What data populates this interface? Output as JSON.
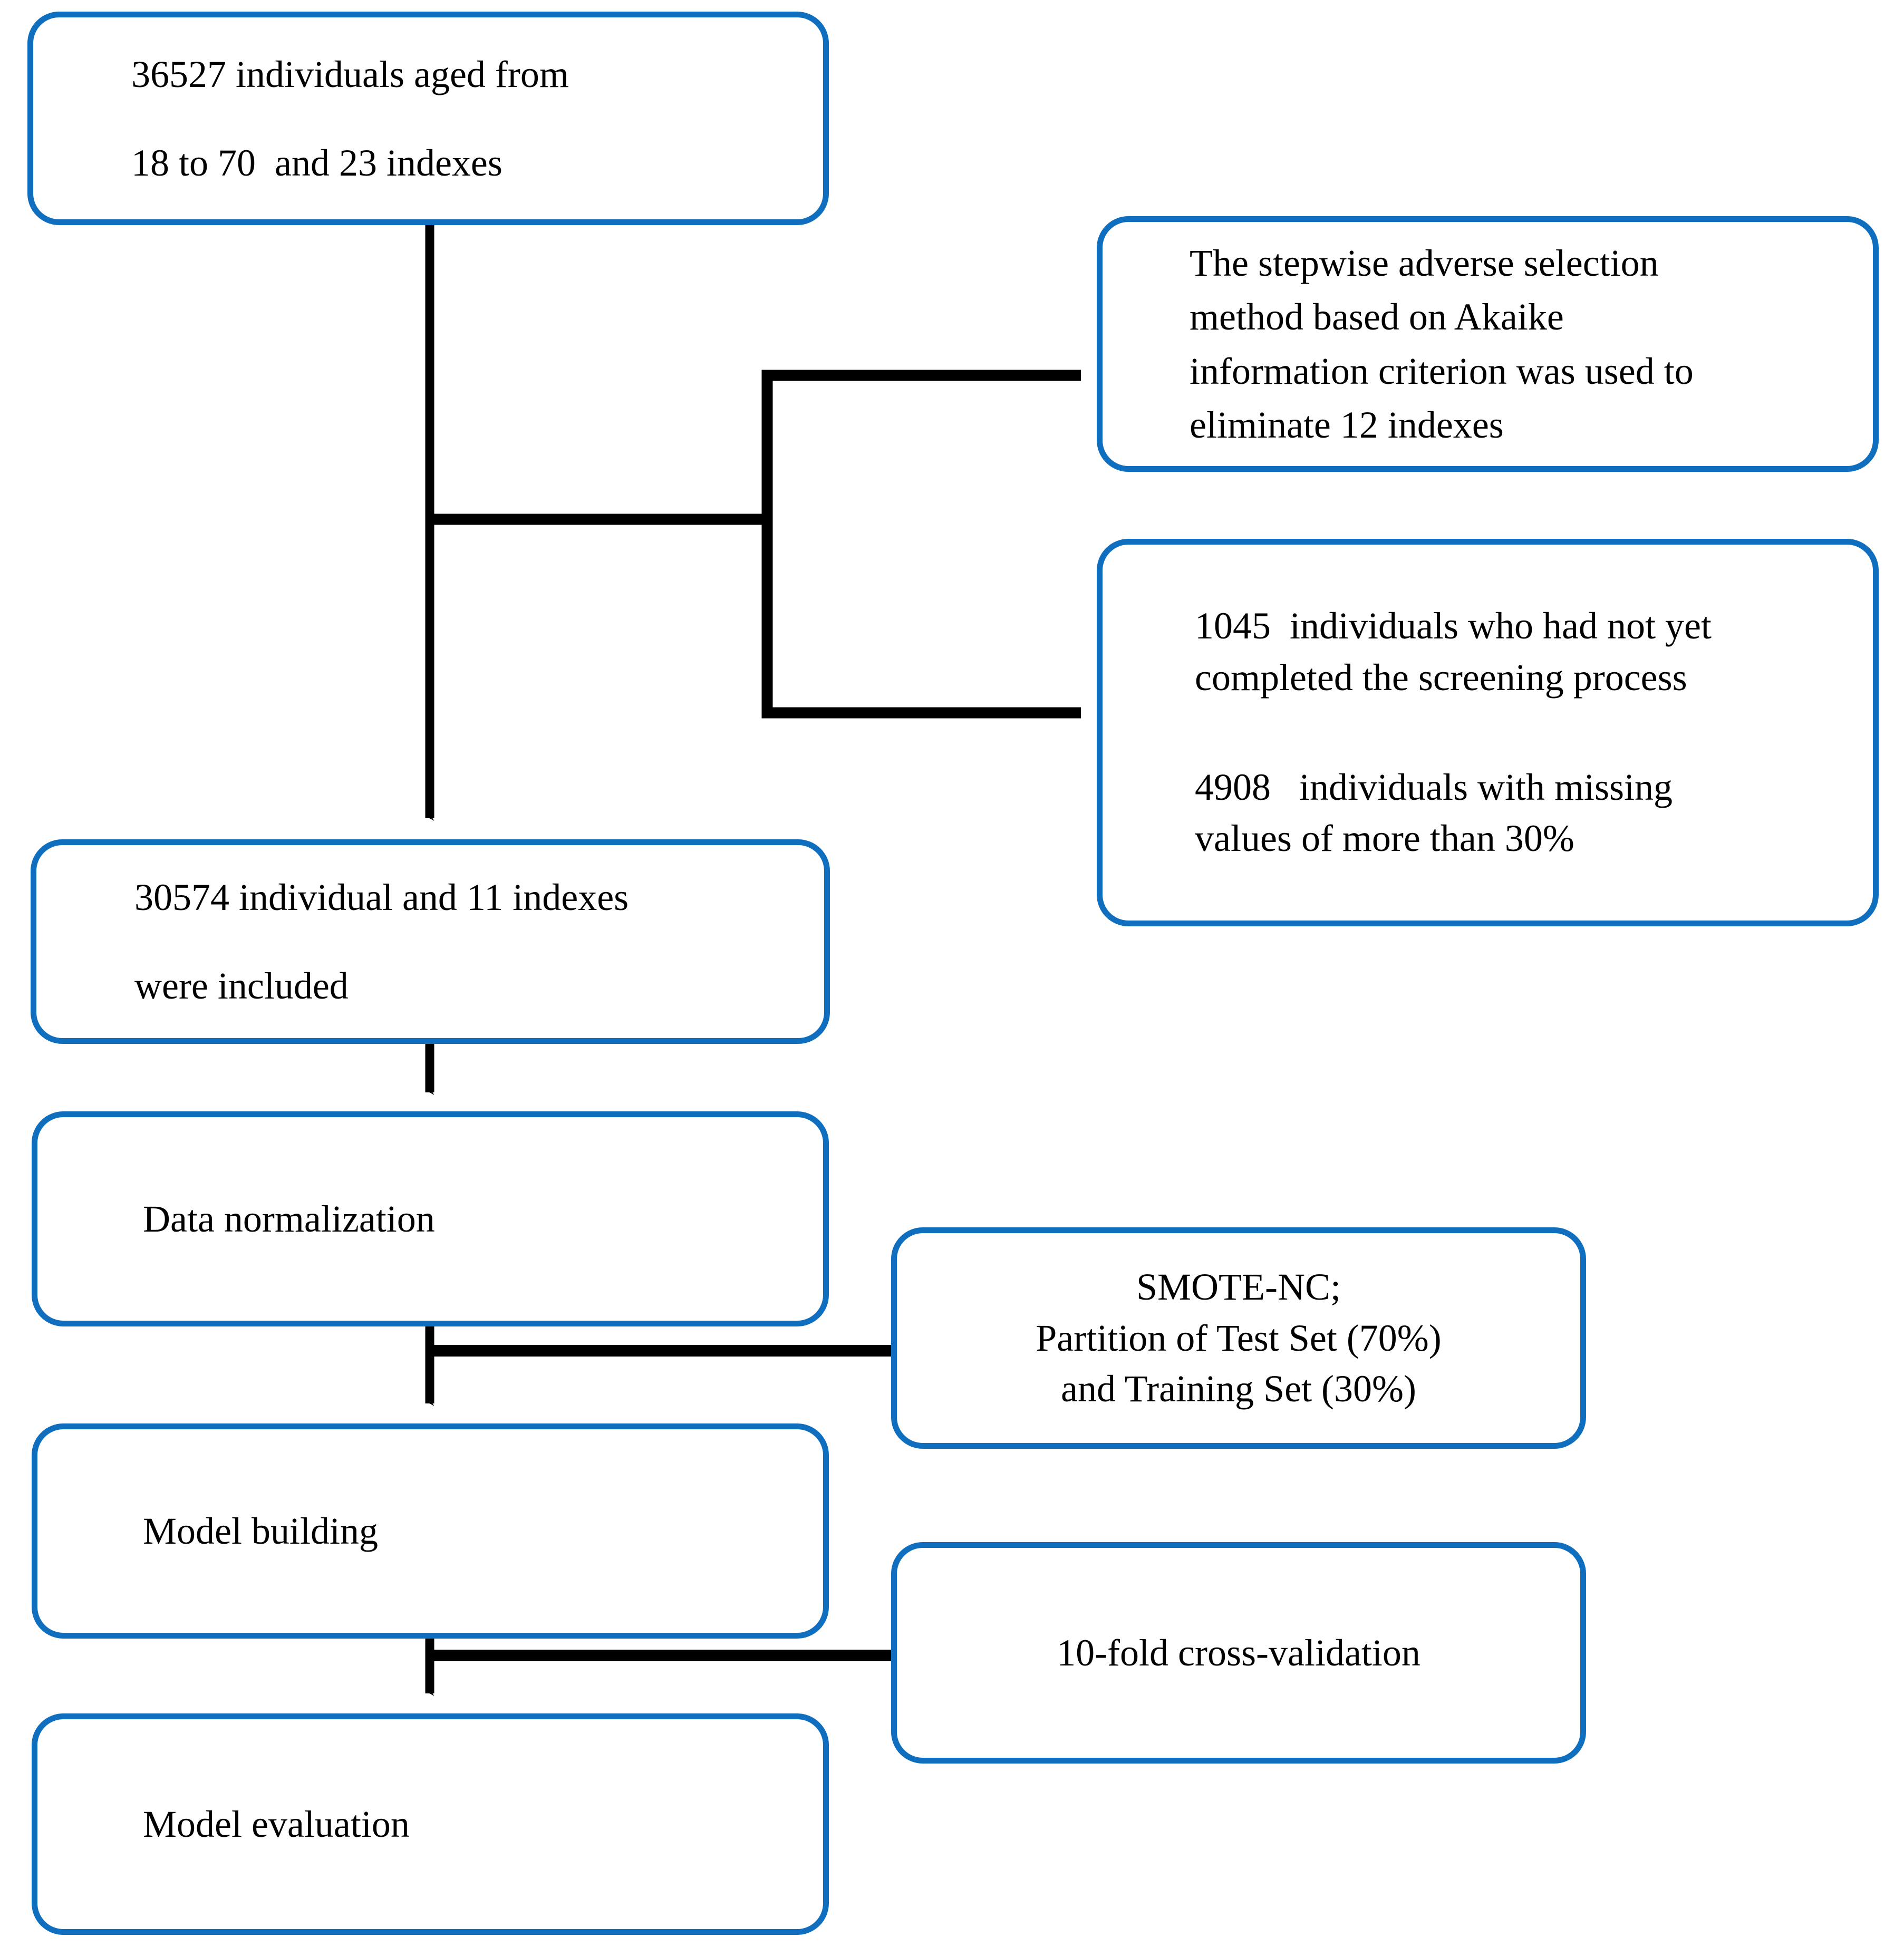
{
  "diagram": {
    "title": "Study workflow flowchart",
    "accent_color": "#0F6FBE",
    "connector_color": "#000000",
    "background": "#FFFFFF"
  },
  "nodes": {
    "cohort": {
      "id": "cohort",
      "line1": "36527 individuals aged from",
      "line2": "18 to 70  and 23 indexes"
    },
    "stepwise": {
      "id": "stepwise",
      "line1": "The stepwise adverse selection",
      "line2": "method based on Akaike",
      "line3": "information criterion was used to",
      "line4": "eliminate 12 indexes"
    },
    "excluded": {
      "id": "excluded",
      "line1": "1045  individuals who had not yet",
      "line2": "completed the screening process",
      "line3": "4908   individuals with missing",
      "line4": "values of more than 30%"
    },
    "included": {
      "id": "included",
      "line1": "30574 individual and 11 indexes",
      "line2": "were included"
    },
    "normalization": {
      "id": "normalization",
      "line1": "Data normalization"
    },
    "smote": {
      "id": "smote",
      "line1": "SMOTE-NC;",
      "line2": "Partition of Test Set (70%)",
      "line3": "and Training Set (30%)"
    },
    "model_building": {
      "id": "model_building",
      "line1": "Model building"
    },
    "cross_validation": {
      "id": "cross_validation",
      "line1": "10-fold cross-validation"
    },
    "model_evaluation": {
      "id": "model_evaluation",
      "line1": "Model evaluation"
    }
  },
  "edges": [
    {
      "from": "cohort",
      "to": "included",
      "kind": "arrow-down"
    },
    {
      "from": "cohort",
      "to": "stepwise",
      "kind": "arrow-right-branch"
    },
    {
      "from": "cohort",
      "to": "excluded",
      "kind": "arrow-right-branch"
    },
    {
      "from": "included",
      "to": "normalization",
      "kind": "arrow-down"
    },
    {
      "from": "normalization",
      "to": "model_building",
      "kind": "arrow-down"
    },
    {
      "from": "smote",
      "to": "normalization-to-model_building",
      "kind": "line-left"
    },
    {
      "from": "model_building",
      "to": "model_evaluation",
      "kind": "arrow-down"
    },
    {
      "from": "cross_validation",
      "to": "model_building-to-model_evaluation",
      "kind": "line-left"
    }
  ]
}
